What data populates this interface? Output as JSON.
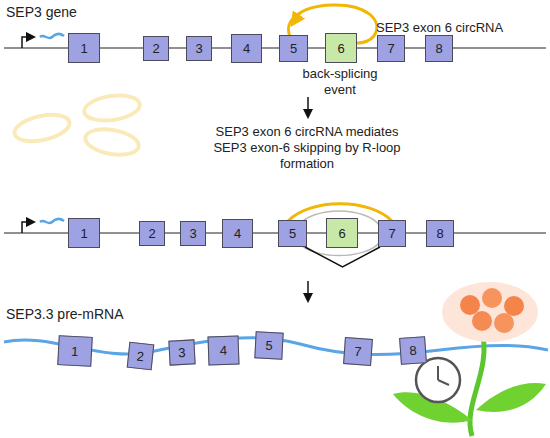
{
  "diagram": {
    "nodes": [
      {
        "text": [
          "1"
        ]
      },
      {
        "text": [
          "2"
        ]
      },
      {
        "text": [
          "3"
        ]
      },
      {
        "text": [
          "4"
        ]
      },
      {
        "text": [
          "5"
        ]
      },
      {
        "text": [
          "6"
        ]
      },
      {
        "text": [
          "7"
        ]
      },
      {
        "text": [
          "8"
        ]
      },
      {
        "text": [
          "1"
        ]
      },
      {
        "text": [
          "2"
        ]
      },
      {
        "text": [
          "3"
        ]
      },
      {
        "text": [
          "4"
        ]
      },
      {
        "text": [
          "5"
        ]
      },
      {
        "text": [
          "6"
        ]
      },
      {
        "text": [
          "7"
        ]
      },
      {
        "text": [
          "8"
        ]
      },
      {
        "text": [
          "1"
        ]
      },
      {
        "text": [
          "2"
        ]
      },
      {
        "text": [
          "3"
        ]
      },
      {
        "text": [
          "4"
        ]
      },
      {
        "text": [
          "5"
        ]
      },
      {
        "text": [
          "7"
        ]
      },
      {
        "text": [
          "8"
        ]
      }
    ],
    "edges": [
      {
        "from": 12,
        "to": 14,
        "arrow": "none"
      }
    ],
    "labels": [
      "SEP3 gene",
      "SEP3 exon 6 circRNA",
      "back-splicing event",
      "SEP3 exon 6 circRNA mediates SEP3 exon-6 skipping by R-loop formation",
      "SEP3.3 pre-mRNA"
    ]
  }
}
